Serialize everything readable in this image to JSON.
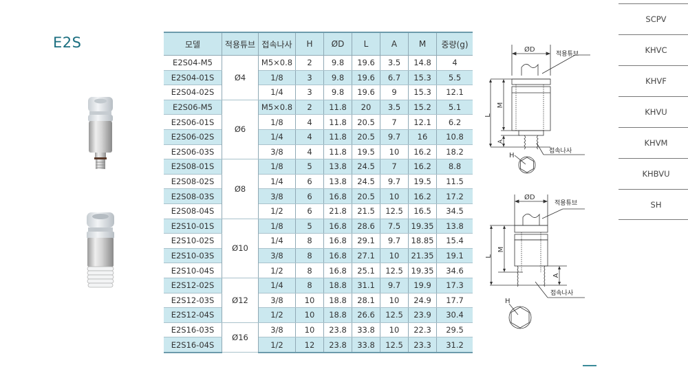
{
  "title": "E2S",
  "table": {
    "headers": [
      "모델",
      "적용튜브",
      "접속나사",
      "H",
      "ØD",
      "L",
      "A",
      "M",
      "중량(g)"
    ],
    "groups": [
      {
        "tube": "Ø4",
        "rows": [
          [
            "E2S04-M5",
            "M5×0.8",
            "2",
            "9.8",
            "19.6",
            "3.5",
            "14.8",
            "4"
          ],
          [
            "E2S04-01S",
            "1/8",
            "3",
            "9.8",
            "19.6",
            "6.7",
            "15.3",
            "5.5"
          ],
          [
            "E2S04-02S",
            "1/4",
            "3",
            "9.8",
            "19.6",
            "9",
            "15.3",
            "12.1"
          ]
        ]
      },
      {
        "tube": "Ø6",
        "rows": [
          [
            "E2S06-M5",
            "M5×0.8",
            "2",
            "11.8",
            "20",
            "3.5",
            "15.2",
            "5.1"
          ],
          [
            "E2S06-01S",
            "1/8",
            "4",
            "11.8",
            "20.5",
            "7",
            "12.1",
            "6.2"
          ],
          [
            "E2S06-02S",
            "1/4",
            "4",
            "11.8",
            "20.5",
            "9.7",
            "16",
            "10.8"
          ],
          [
            "E2S06-03S",
            "3/8",
            "4",
            "11.8",
            "19.5",
            "10",
            "16.2",
            "18.2"
          ]
        ]
      },
      {
        "tube": "Ø8",
        "rows": [
          [
            "E2S08-01S",
            "1/8",
            "5",
            "13.8",
            "24.5",
            "7",
            "16.2",
            "8.8"
          ],
          [
            "E2S08-02S",
            "1/4",
            "6",
            "13.8",
            "24.5",
            "9.7",
            "19.5",
            "11.5"
          ],
          [
            "E2S08-03S",
            "3/8",
            "6",
            "16.8",
            "20.5",
            "10",
            "16.2",
            "17.2"
          ],
          [
            "E2S08-04S",
            "1/2",
            "6",
            "21.8",
            "21.5",
            "12.5",
            "16.5",
            "34.5"
          ]
        ]
      },
      {
        "tube": "Ø10",
        "rows": [
          [
            "E2S10-01S",
            "1/8",
            "5",
            "16.8",
            "28.6",
            "7.5",
            "19.35",
            "13.8"
          ],
          [
            "E2S10-02S",
            "1/4",
            "8",
            "16.8",
            "29.1",
            "9.7",
            "18.85",
            "15.4"
          ],
          [
            "E2S10-03S",
            "3/8",
            "8",
            "16.8",
            "27.1",
            "10",
            "21.35",
            "19.1"
          ],
          [
            "E2S10-04S",
            "1/2",
            "8",
            "16.8",
            "25.1",
            "12.5",
            "19.35",
            "34.6"
          ]
        ]
      },
      {
        "tube": "Ø12",
        "rows": [
          [
            "E2S12-02S",
            "1/4",
            "8",
            "18.8",
            "31.1",
            "9.7",
            "19.9",
            "17.3"
          ],
          [
            "E2S12-03S",
            "3/8",
            "10",
            "18.8",
            "28.1",
            "10",
            "24.9",
            "17.7"
          ],
          [
            "E2S12-04S",
            "1/2",
            "10",
            "18.8",
            "26.6",
            "12.5",
            "23.9",
            "30.4"
          ]
        ]
      },
      {
        "tube": "Ø16",
        "rows": [
          [
            "E2S16-03S",
            "3/8",
            "10",
            "23.8",
            "33.8",
            "10",
            "22.3",
            "29.5"
          ],
          [
            "E2S16-04S",
            "1/2",
            "12",
            "23.8",
            "33.8",
            "12.5",
            "23.3",
            "31.2"
          ]
        ]
      }
    ]
  },
  "diagrams": {
    "label_d": "ØD",
    "label_tube": "적용튜브",
    "label_thread": "접속나사",
    "label_l": "L",
    "label_m": "M",
    "label_a": "A",
    "label_h": "H"
  },
  "nav": {
    "items": [
      "SCPV",
      "KHVC",
      "KHVF",
      "KHVU",
      "KHVM",
      "KHBVU",
      "SH"
    ]
  },
  "colors": {
    "title": "#1c6f80",
    "header_bg": "#c9e7ee",
    "row_alt_bg": "#cbe8ef",
    "accent": "#3a8a99"
  }
}
